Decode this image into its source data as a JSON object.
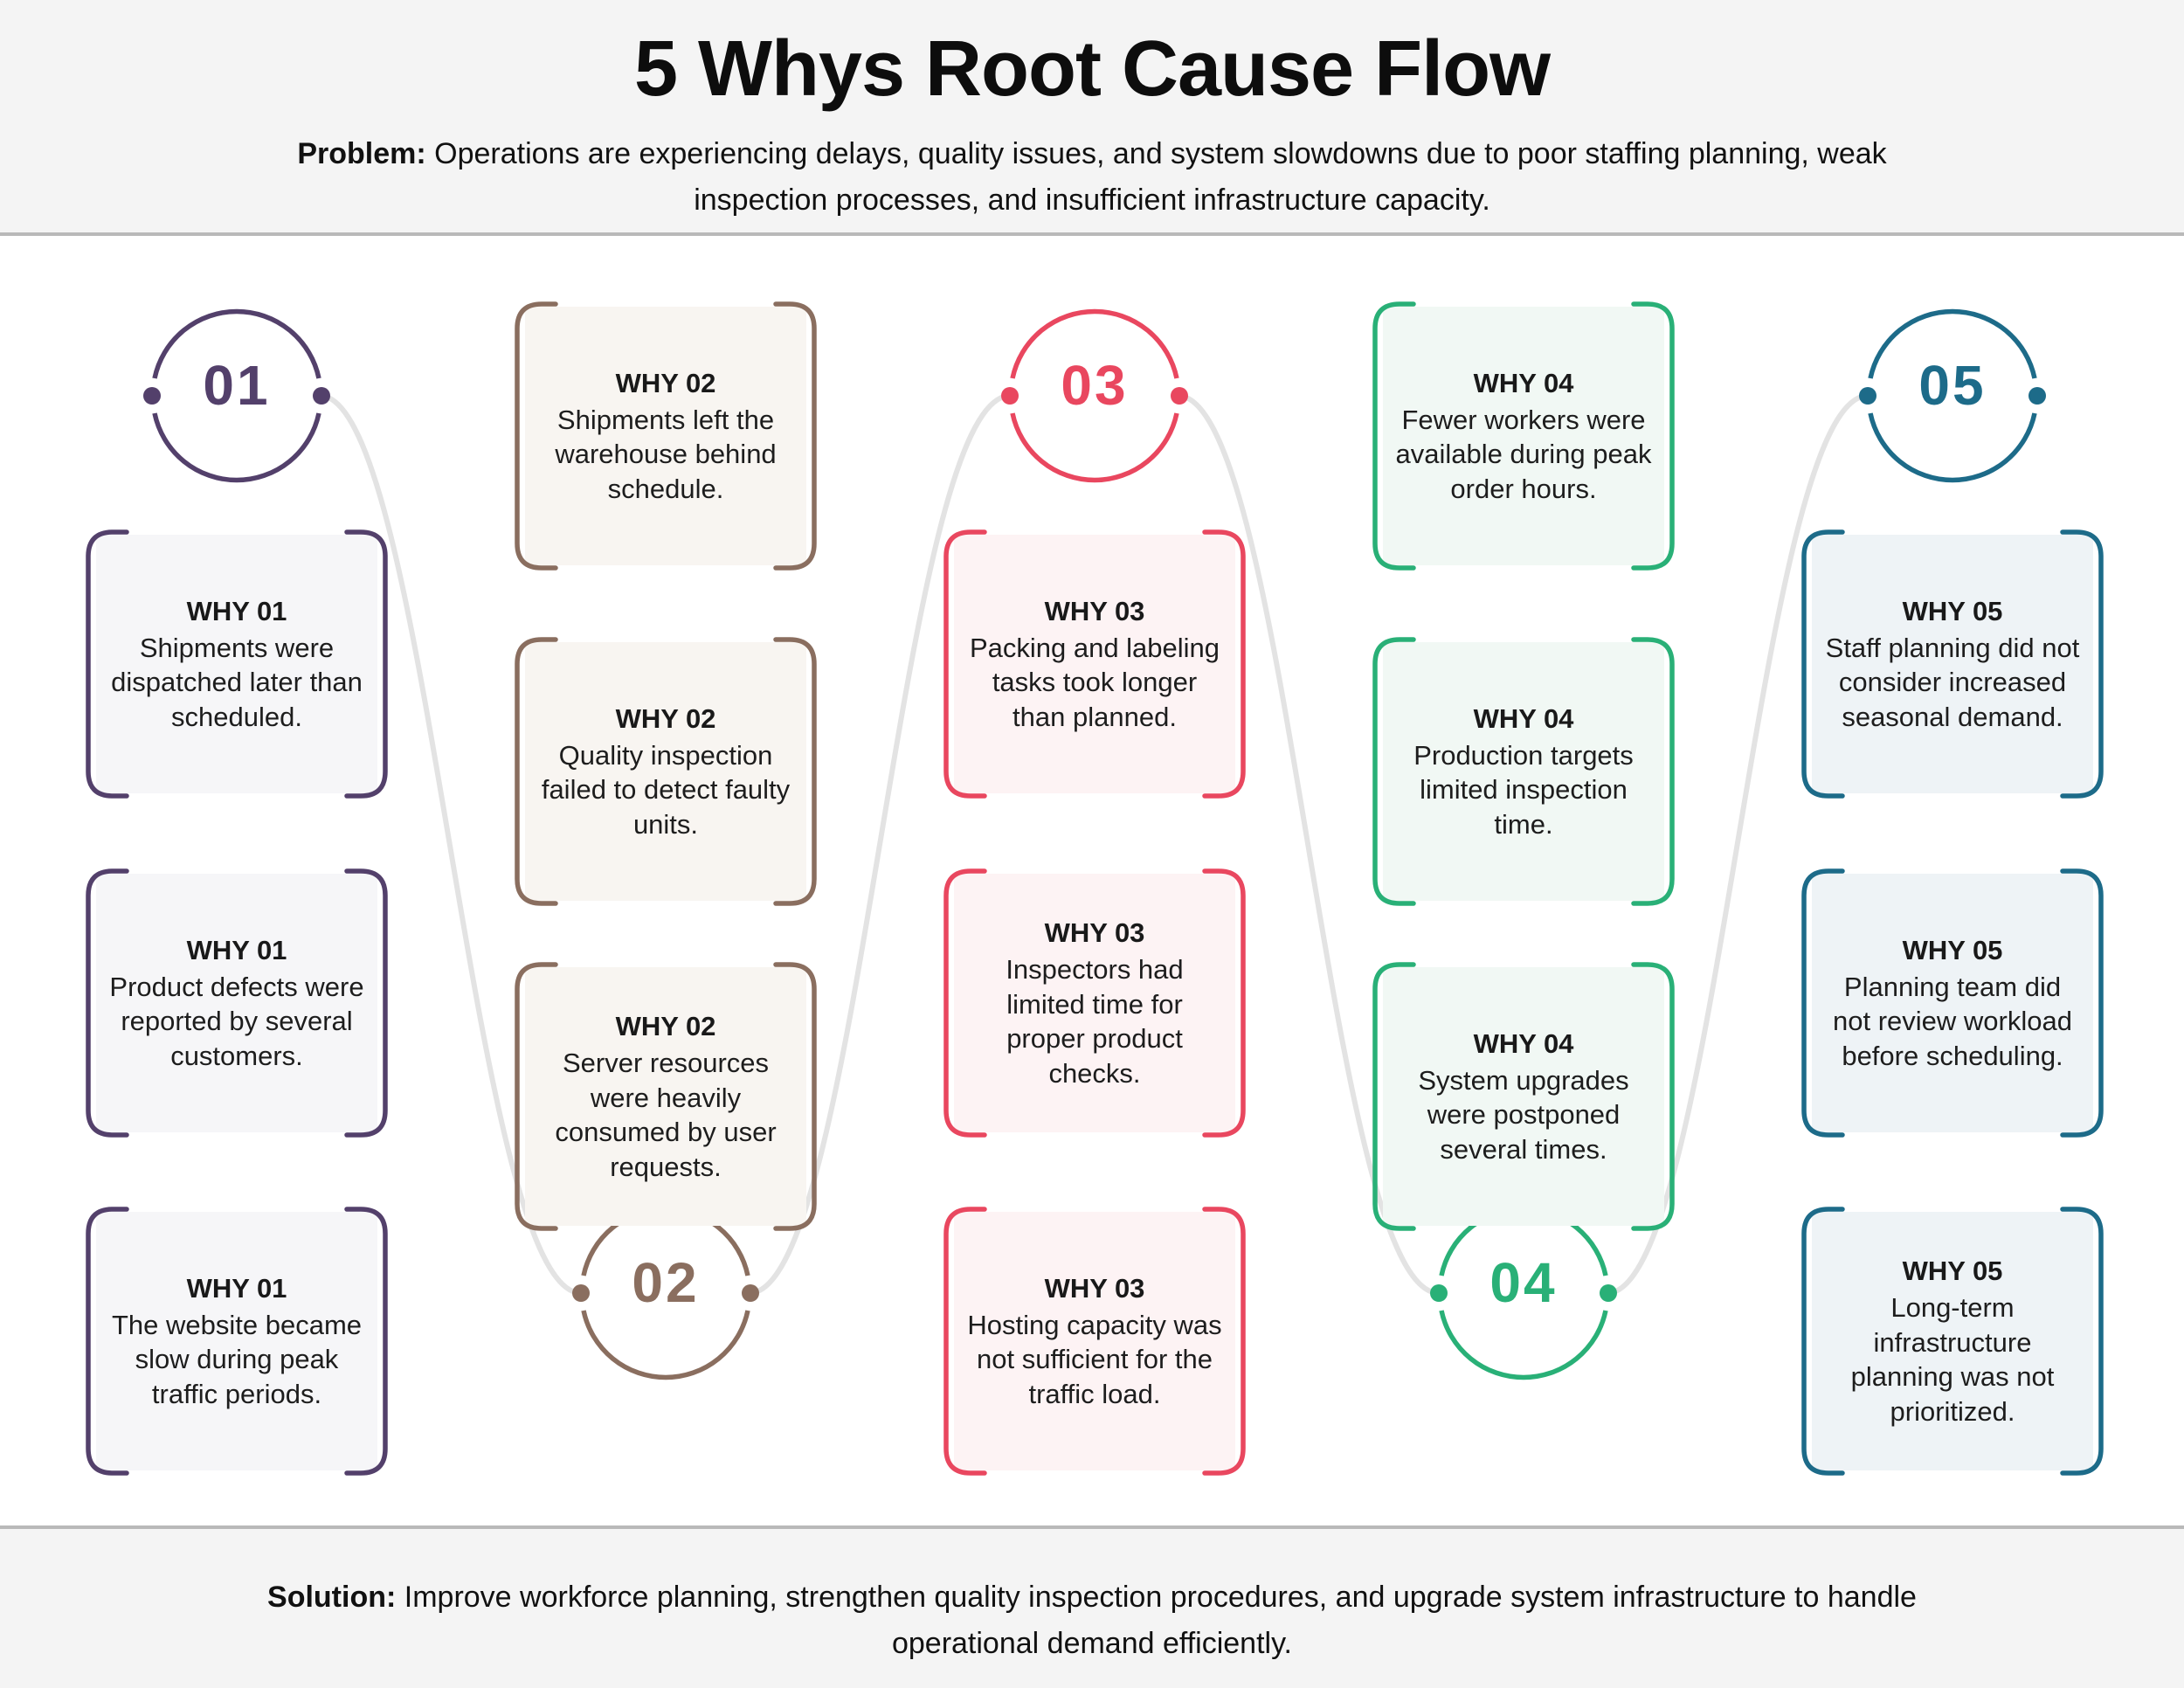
{
  "header": {
    "title": "5 Whys Root Cause Flow",
    "problem_label": "Problem:",
    "problem_text": "Operations are experiencing delays, quality issues, and system slowdowns due to poor staffing planning, weak inspection processes, and insufficient infrastructure capacity."
  },
  "footer": {
    "solution_label": "Solution:",
    "solution_text": "Improve workforce planning, strengthen quality inspection procedures, and upgrade system infrastructure to handle operational demand efficiently."
  },
  "colors": {
    "step1_accent": "#53406b",
    "step2_accent": "#8a6e5f",
    "step3_accent": "#e9475f",
    "step4_accent": "#29b077",
    "step5_accent": "#1d6b89",
    "connector": "#e3e3e3",
    "band_background": "#f4f4f4",
    "divider": "#b9b9b9"
  },
  "steps": [
    {
      "number": "01",
      "boxes": [
        {
          "title": "WHY 01",
          "text": "Shipments were dispatched later than scheduled."
        },
        {
          "title": "WHY 01",
          "text": "Product defects were reported by several customers."
        },
        {
          "title": "WHY 01",
          "text": "The website became slow during peak traffic periods."
        }
      ]
    },
    {
      "number": "02",
      "boxes": [
        {
          "title": "WHY 02",
          "text": "Shipments left the warehouse behind schedule."
        },
        {
          "title": "WHY 02",
          "text": "Quality inspection failed to detect faulty units."
        },
        {
          "title": "WHY 02",
          "text": "Server resources were heavily consumed by user requests."
        }
      ]
    },
    {
      "number": "03",
      "boxes": [
        {
          "title": "WHY 03",
          "text": "Packing and labeling tasks took longer than planned."
        },
        {
          "title": "WHY 03",
          "text": "Inspectors had limited time for proper product checks."
        },
        {
          "title": "WHY 03",
          "text": "Hosting capacity was not sufficient for the traffic load."
        }
      ]
    },
    {
      "number": "04",
      "boxes": [
        {
          "title": "WHY 04",
          "text": "Fewer workers were available during peak order hours."
        },
        {
          "title": "WHY 04",
          "text": "Production targets limited inspection time."
        },
        {
          "title": "WHY 04",
          "text": "System upgrades were postponed several times."
        }
      ]
    },
    {
      "number": "05",
      "boxes": [
        {
          "title": "WHY 05",
          "text": "Staff planning did not consider increased seasonal demand."
        },
        {
          "title": "WHY 05",
          "text": "Planning team did not review workload before scheduling."
        },
        {
          "title": "WHY 05",
          "text": "Long-term infrastructure planning was not prioritized."
        }
      ]
    }
  ]
}
